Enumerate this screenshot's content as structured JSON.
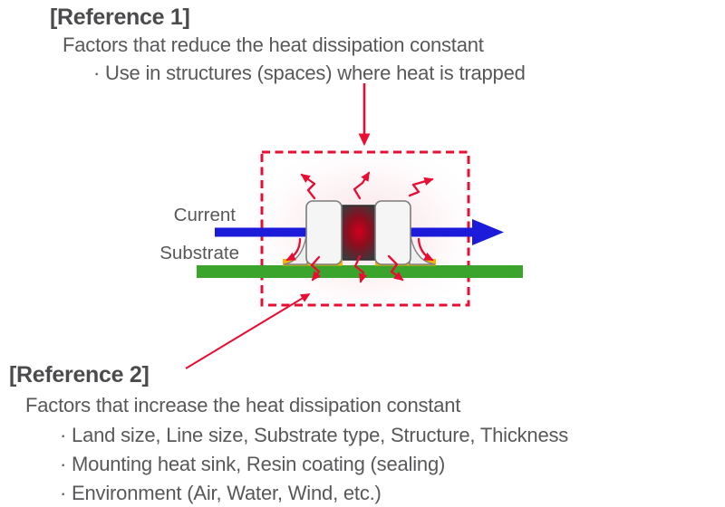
{
  "reference1": {
    "title": "[Reference 1]",
    "subtitle": "Factors that reduce the heat dissipation constant",
    "bullets": [
      "· Use in structures (spaces) where heat is trapped"
    ]
  },
  "diagram": {
    "current_label": "Current",
    "substrate_label": "Substrate"
  },
  "reference2": {
    "title": "[Reference 2]",
    "subtitle": "Factors that increase the heat dissipation constant",
    "bullets": [
      "· Land size, Line size, Substrate type, Structure, Thickness",
      "· Mounting heat sink, Resin coating (sealing)",
      "· Environment (Air, Water, Wind, etc.)"
    ]
  },
  "colors": {
    "accent_red": "#ea0d33",
    "current_arrow_blue": "#1b1bd9",
    "substrate_green": "#3aa42c",
    "land_pad_yellow": "#f2b40a",
    "text_gray": "#58585a",
    "title_gray": "#4b4b4d",
    "resistor_body_dark": "#3a3a3c",
    "hotspot_red": "#d2001f",
    "terminal_fill": "#f5f5f5",
    "highlight_box_fill": "#f7d9de"
  }
}
